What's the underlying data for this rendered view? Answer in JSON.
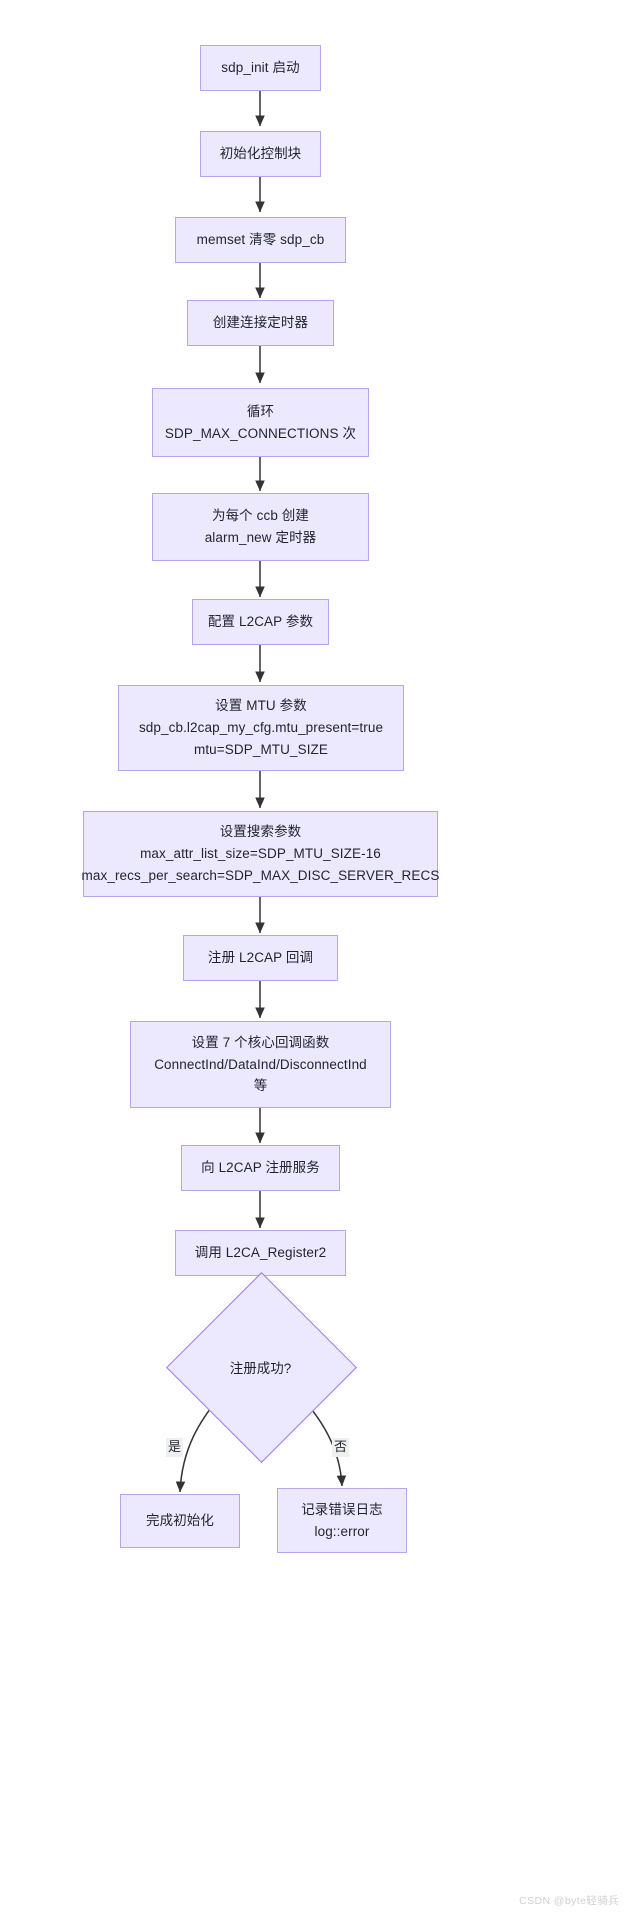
{
  "diagram": {
    "type": "flowchart",
    "direction": "top-to-bottom",
    "theme": {
      "node_fill": "#ECE8FD",
      "node_border": "#B8A4E8",
      "decision_border": "#9E7BE0",
      "edge_color": "#333333",
      "text_color": "#1f2430",
      "edge_label_bg": "#EFEFEF",
      "background": "#ffffff"
    },
    "nodes": [
      {
        "id": "n1",
        "shape": "rect",
        "lines": [
          "sdp_init 启动"
        ]
      },
      {
        "id": "n2",
        "shape": "rect",
        "lines": [
          "初始化控制块"
        ]
      },
      {
        "id": "n3",
        "shape": "rect",
        "lines": [
          "memset 清零 sdp_cb"
        ]
      },
      {
        "id": "n4",
        "shape": "rect",
        "lines": [
          "创建连接定时器"
        ]
      },
      {
        "id": "n5",
        "shape": "rect",
        "lines": [
          "循环",
          "SDP_MAX_CONNECTIONS 次"
        ]
      },
      {
        "id": "n6",
        "shape": "rect",
        "lines": [
          "为每个 ccb 创建",
          "alarm_new 定时器"
        ]
      },
      {
        "id": "n7",
        "shape": "rect",
        "lines": [
          "配置 L2CAP 参数"
        ]
      },
      {
        "id": "n8",
        "shape": "rect",
        "lines": [
          "设置 MTU 参数",
          "sdp_cb.l2cap_my_cfg.mtu_present=true",
          "mtu=SDP_MTU_SIZE"
        ]
      },
      {
        "id": "n9",
        "shape": "rect",
        "lines": [
          "设置搜索参数",
          "max_attr_list_size=SDP_MTU_SIZE-16",
          "max_recs_per_search=SDP_MAX_DISC_SERVER_RECS"
        ]
      },
      {
        "id": "n10",
        "shape": "rect",
        "lines": [
          "注册 L2CAP 回调"
        ]
      },
      {
        "id": "n11",
        "shape": "rect",
        "lines": [
          "设置 7 个核心回调函数",
          "ConnectInd/DataInd/DisconnectInd",
          "等"
        ]
      },
      {
        "id": "n12",
        "shape": "rect",
        "lines": [
          "向 L2CAP 注册服务"
        ]
      },
      {
        "id": "n13",
        "shape": "rect",
        "lines": [
          "调用 L2CA_Register2"
        ]
      },
      {
        "id": "n14",
        "shape": "diamond",
        "lines": [
          "注册成功?"
        ]
      },
      {
        "id": "n15",
        "shape": "rect",
        "lines": [
          "完成初始化"
        ]
      },
      {
        "id": "n16",
        "shape": "rect",
        "lines": [
          "记录错误日志",
          "log::error"
        ]
      }
    ],
    "edges": [
      {
        "from": "n1",
        "to": "n2",
        "label": ""
      },
      {
        "from": "n2",
        "to": "n3",
        "label": ""
      },
      {
        "from": "n3",
        "to": "n4",
        "label": ""
      },
      {
        "from": "n4",
        "to": "n5",
        "label": ""
      },
      {
        "from": "n5",
        "to": "n6",
        "label": ""
      },
      {
        "from": "n6",
        "to": "n7",
        "label": ""
      },
      {
        "from": "n7",
        "to": "n8",
        "label": ""
      },
      {
        "from": "n8",
        "to": "n9",
        "label": ""
      },
      {
        "from": "n9",
        "to": "n10",
        "label": ""
      },
      {
        "from": "n10",
        "to": "n11",
        "label": ""
      },
      {
        "from": "n11",
        "to": "n12",
        "label": ""
      },
      {
        "from": "n12",
        "to": "n13",
        "label": ""
      },
      {
        "from": "n13",
        "to": "n14",
        "label": ""
      },
      {
        "from": "n14",
        "to": "n15",
        "label": "是"
      },
      {
        "from": "n14",
        "to": "n16",
        "label": "否"
      }
    ],
    "edge_labels": {
      "yes": "是",
      "no": "否"
    }
  },
  "watermark": {
    "text": "CSDN @byte轻骑兵"
  }
}
